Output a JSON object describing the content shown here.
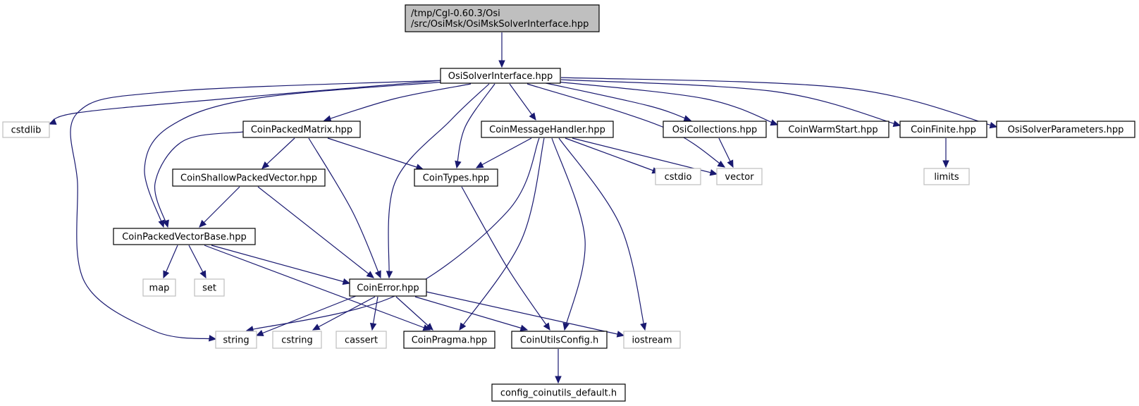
{
  "colors": {
    "edge": "#191970",
    "root_fill": "#bfbfbf",
    "file_border": "#000000",
    "system_border": "#bfbfbf"
  },
  "nodes": [
    {
      "id": "root",
      "label": [
        "/tmp/Cgl-0.60.3/Osi",
        "/src/OsiMsk/OsiMskSolverInterface.hpp"
      ],
      "kind": "root"
    },
    {
      "id": "osisolverinterface",
      "label": [
        "OsiSolverInterface.hpp"
      ],
      "kind": "file"
    },
    {
      "id": "cstdlib",
      "label": [
        "cstdlib"
      ],
      "kind": "system"
    },
    {
      "id": "coinpackedmatrix",
      "label": [
        "CoinPackedMatrix.hpp"
      ],
      "kind": "file"
    },
    {
      "id": "coinmessagehandler",
      "label": [
        "CoinMessageHandler.hpp"
      ],
      "kind": "file"
    },
    {
      "id": "osicollections",
      "label": [
        "OsiCollections.hpp"
      ],
      "kind": "file"
    },
    {
      "id": "coinwarmstart",
      "label": [
        "CoinWarmStart.hpp"
      ],
      "kind": "file"
    },
    {
      "id": "coinfinite",
      "label": [
        "CoinFinite.hpp"
      ],
      "kind": "file"
    },
    {
      "id": "osisolverparameters",
      "label": [
        "OsiSolverParameters.hpp"
      ],
      "kind": "file"
    },
    {
      "id": "coinshallowpackedvector",
      "label": [
        "CoinShallowPackedVector.hpp"
      ],
      "kind": "file"
    },
    {
      "id": "cointypes",
      "label": [
        "CoinTypes.hpp"
      ],
      "kind": "file"
    },
    {
      "id": "cstdio",
      "label": [
        "cstdio"
      ],
      "kind": "system"
    },
    {
      "id": "vector",
      "label": [
        "vector"
      ],
      "kind": "system"
    },
    {
      "id": "limits",
      "label": [
        "limits"
      ],
      "kind": "system"
    },
    {
      "id": "coinpackedvectorbase",
      "label": [
        "CoinPackedVectorBase.hpp"
      ],
      "kind": "file"
    },
    {
      "id": "map",
      "label": [
        "map"
      ],
      "kind": "system"
    },
    {
      "id": "set",
      "label": [
        "set"
      ],
      "kind": "system"
    },
    {
      "id": "coinerror",
      "label": [
        "CoinError.hpp"
      ],
      "kind": "file"
    },
    {
      "id": "string",
      "label": [
        "string"
      ],
      "kind": "system"
    },
    {
      "id": "cstring",
      "label": [
        "cstring"
      ],
      "kind": "system"
    },
    {
      "id": "cassert",
      "label": [
        "cassert"
      ],
      "kind": "system"
    },
    {
      "id": "coinpragma",
      "label": [
        "CoinPragma.hpp"
      ],
      "kind": "file"
    },
    {
      "id": "coinutilsconfig",
      "label": [
        "CoinUtilsConfig.h"
      ],
      "kind": "file"
    },
    {
      "id": "iostream",
      "label": [
        "iostream"
      ],
      "kind": "system"
    },
    {
      "id": "config_coinutils_default",
      "label": [
        "config_coinutils_default.h"
      ],
      "kind": "file"
    }
  ],
  "edges": [
    [
      "root",
      "osisolverinterface"
    ],
    [
      "osisolverinterface",
      "cstdlib"
    ],
    [
      "osisolverinterface",
      "string"
    ],
    [
      "osisolverinterface",
      "coinpackedvectorbase"
    ],
    [
      "osisolverinterface",
      "coinpackedmatrix"
    ],
    [
      "osisolverinterface",
      "coinerror"
    ],
    [
      "osisolverinterface",
      "cointypes"
    ],
    [
      "osisolverinterface",
      "coinmessagehandler"
    ],
    [
      "osisolverinterface",
      "vector"
    ],
    [
      "osisolverinterface",
      "osicollections"
    ],
    [
      "osisolverinterface",
      "coinwarmstart"
    ],
    [
      "osisolverinterface",
      "coinfinite"
    ],
    [
      "osisolverinterface",
      "osisolverparameters"
    ],
    [
      "coinpackedmatrix",
      "coinshallowpackedvector"
    ],
    [
      "coinpackedmatrix",
      "coinpackedvectorbase"
    ],
    [
      "coinpackedmatrix",
      "coinerror"
    ],
    [
      "coinpackedmatrix",
      "cointypes"
    ],
    [
      "coinmessagehandler",
      "cointypes"
    ],
    [
      "coinmessagehandler",
      "string"
    ],
    [
      "coinmessagehandler",
      "coinpragma"
    ],
    [
      "coinmessagehandler",
      "coinutilsconfig"
    ],
    [
      "coinmessagehandler",
      "iostream"
    ],
    [
      "coinmessagehandler",
      "cstdio"
    ],
    [
      "coinmessagehandler",
      "vector"
    ],
    [
      "osicollections",
      "vector"
    ],
    [
      "coinfinite",
      "limits"
    ],
    [
      "coinshallowpackedvector",
      "coinpackedvectorbase"
    ],
    [
      "coinshallowpackedvector",
      "coinerror"
    ],
    [
      "cointypes",
      "coinutilsconfig"
    ],
    [
      "coinpackedvectorbase",
      "map"
    ],
    [
      "coinpackedvectorbase",
      "set"
    ],
    [
      "coinpackedvectorbase",
      "coinerror"
    ],
    [
      "coinpackedvectorbase",
      "coinpragma"
    ],
    [
      "coinerror",
      "string"
    ],
    [
      "coinerror",
      "cstring"
    ],
    [
      "coinerror",
      "cassert"
    ],
    [
      "coinerror",
      "coinpragma"
    ],
    [
      "coinerror",
      "coinutilsconfig"
    ],
    [
      "coinerror",
      "iostream"
    ],
    [
      "coinutilsconfig",
      "config_coinutils_default"
    ]
  ]
}
